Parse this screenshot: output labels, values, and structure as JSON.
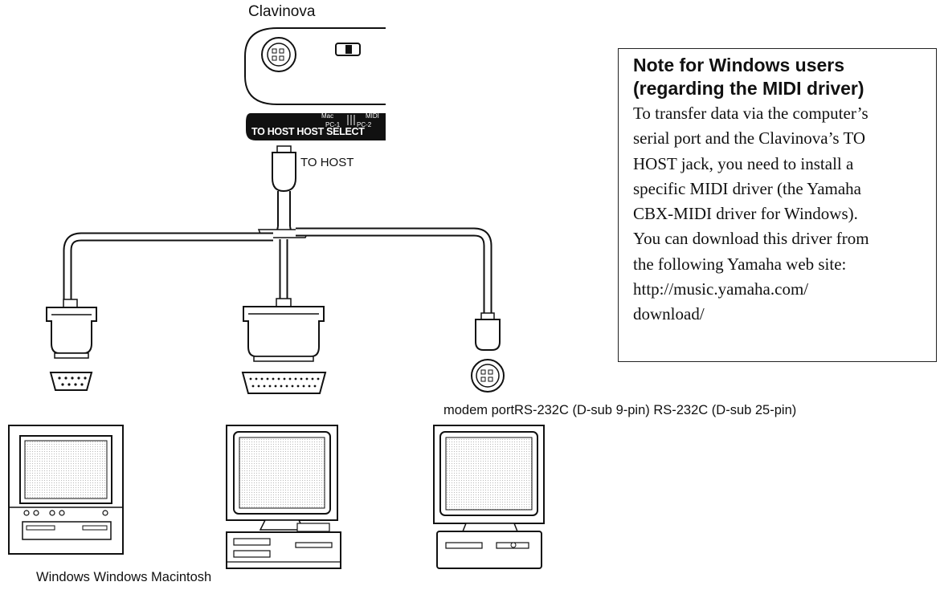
{
  "device": {
    "name": "Clavinova"
  },
  "panel": {
    "jack_label": "TO HOST HOST SELECT",
    "switch_labels": {
      "mac": "Mac",
      "midi": "MIDI",
      "pc1": "PC-1",
      "pc2": "PC-2"
    }
  },
  "cable": {
    "label": "TO HOST"
  },
  "ports_caption": "modem portRS-232C (D-sub 9-pin) RS-232C (D-sub 25-pin)",
  "computers_caption": "Windows Windows Macintosh",
  "note": {
    "title_lines": [
      "Note for Windows users",
      "(regarding the MIDI driver)"
    ],
    "body_lines": [
      "To transfer data via the computer’s",
      "serial port and the Clavinova’s TO",
      "HOST jack, you need to install a",
      "specific MIDI driver (the Yamaha",
      "CBX-MIDI driver for Windows).",
      "You can download this driver from",
      "the following Yamaha web site:",
      "http://music.yamaha.com/",
      "download/"
    ]
  }
}
